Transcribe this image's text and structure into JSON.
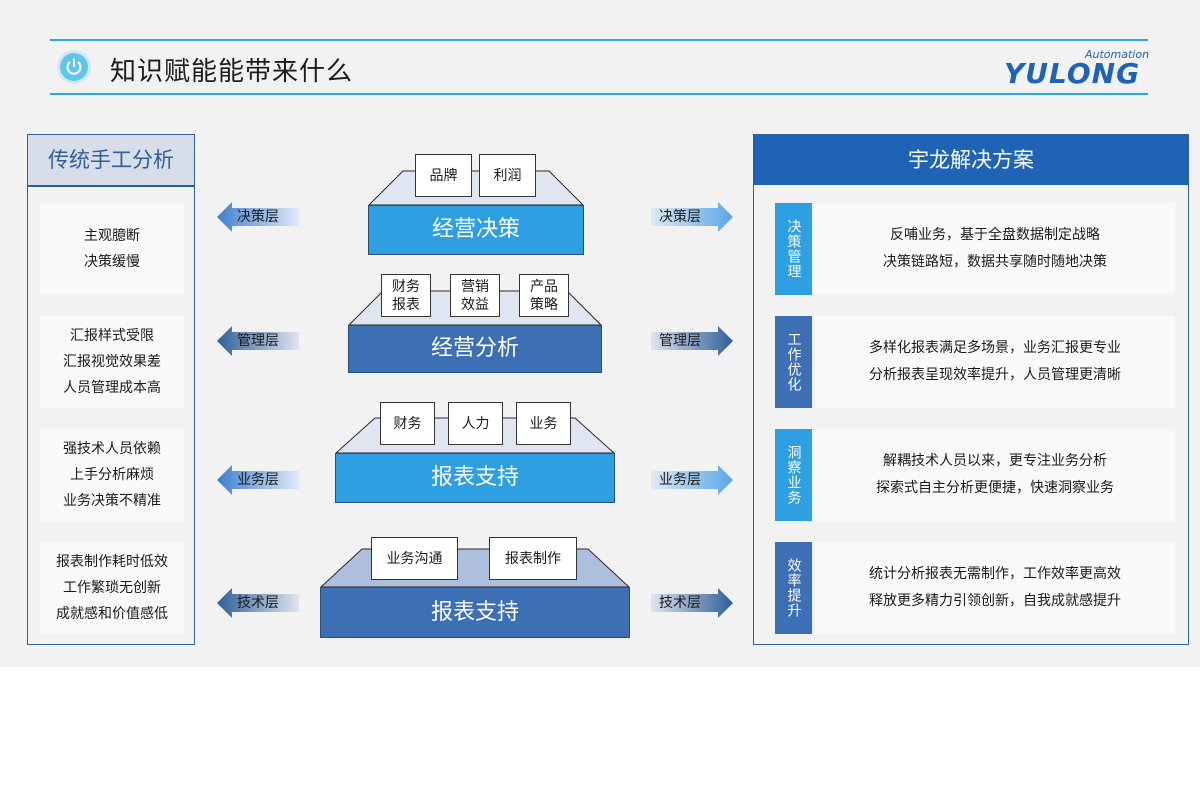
{
  "header": {
    "title": "知识赋能能带来什么",
    "logo_small": "Automation",
    "logo_main": "YULONG"
  },
  "colors": {
    "accent": "#2aa8e0",
    "brand_blue": "#1f64b4",
    "light_blue": "#2e9fe0",
    "mid_blue": "#3c6fb4",
    "pale_blue": "#aebfdd"
  },
  "left": {
    "title": "传统手工分析",
    "items": [
      {
        "lines": [
          "主观臆断",
          "决策缓慢"
        ]
      },
      {
        "lines": [
          "汇报样式受限",
          "汇报视觉效果差",
          "人员管理成本高"
        ]
      },
      {
        "lines": [
          "强技术人员依赖",
          "上手分析麻烦",
          "业务决策不精准"
        ]
      },
      {
        "lines": [
          "报表制作耗时低效",
          "工作繁琐无创新",
          "成就感和价值感低"
        ]
      }
    ]
  },
  "right": {
    "title": "宇龙解决方案",
    "items": [
      {
        "tab": "决策管理",
        "lines": [
          "反哺业务，基于全盘数据制定战略",
          "决策链路短，数据共享随时随地决策"
        ]
      },
      {
        "tab": "工作优化",
        "lines": [
          "多样化报表满足多场景，业务汇报更专业",
          "分析报表呈现效率提升，人员管理更清晰"
        ]
      },
      {
        "tab": "洞察业务",
        "lines": [
          "解耦技术人员以来，更专注业务分析",
          "探索式自主分析更便捷，快速洞察业务"
        ]
      },
      {
        "tab": "效率提升",
        "lines": [
          "统计分析报表无需制作，工作效率更高效",
          "释放更多精力引领创新，自我成就感提升"
        ]
      }
    ]
  },
  "layers": [
    "决策层",
    "管理层",
    "业务层",
    "技术层"
  ],
  "stages": [
    {
      "label": "经营决策",
      "tags": [
        [
          "品牌"
        ],
        [
          "利润"
        ]
      ]
    },
    {
      "label": "经营分析",
      "tags": [
        [
          "财务",
          "报表"
        ],
        [
          "营销",
          "效益"
        ],
        [
          "产品",
          "策略"
        ]
      ]
    },
    {
      "label": "报表支持",
      "tags": [
        [
          "财务"
        ],
        [
          "人力"
        ],
        [
          "业务"
        ]
      ]
    },
    {
      "label": "报表支持",
      "tags": [
        [
          "业务沟通"
        ],
        [
          "报表制作"
        ]
      ]
    }
  ]
}
